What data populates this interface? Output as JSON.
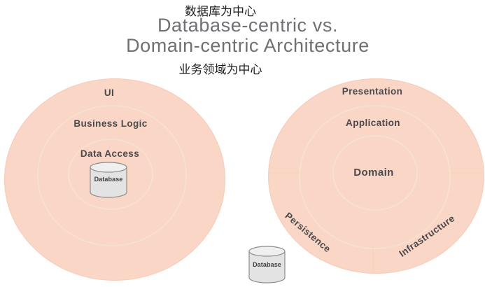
{
  "header": {
    "label_database_centric_cn": "数据库为中心",
    "title_line1": "Database-centric vs.",
    "title_line2": "Domain-centric Architecture",
    "label_domain_centric_cn": "业务领域为中心"
  },
  "left_diagram": {
    "ring_outer": "UI",
    "ring_middle": "Business Logic",
    "ring_inner": "Data Access",
    "database_label": "Database"
  },
  "right_diagram": {
    "ring_outer": "Presentation",
    "ring_middle": "Application",
    "ring_inner": "Domain",
    "sector_bottom_left": "Persistence",
    "sector_bottom_right": "Infrastructure",
    "database_label": "Database"
  },
  "colors": {
    "circle_fill": "#fad6c6",
    "ring_line": "#f8e0ce",
    "title_text": "#6f7073",
    "label_text": "#4a4a4c",
    "cylinder_fill": "#e3e3e3",
    "cylinder_stroke": "#8d8d8d"
  }
}
